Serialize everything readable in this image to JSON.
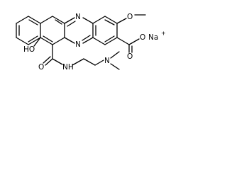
{
  "molecule": {
    "atoms": {
      "N_top": "N",
      "N_bottom": "N",
      "O_methoxy": "O",
      "O_carbonyl_ester": "O",
      "O_anion": "O",
      "Na": "Na",
      "Na_charge": "+",
      "HO": "HO",
      "O_amide": "O",
      "NH": "NH",
      "N_amine": "N"
    }
  }
}
